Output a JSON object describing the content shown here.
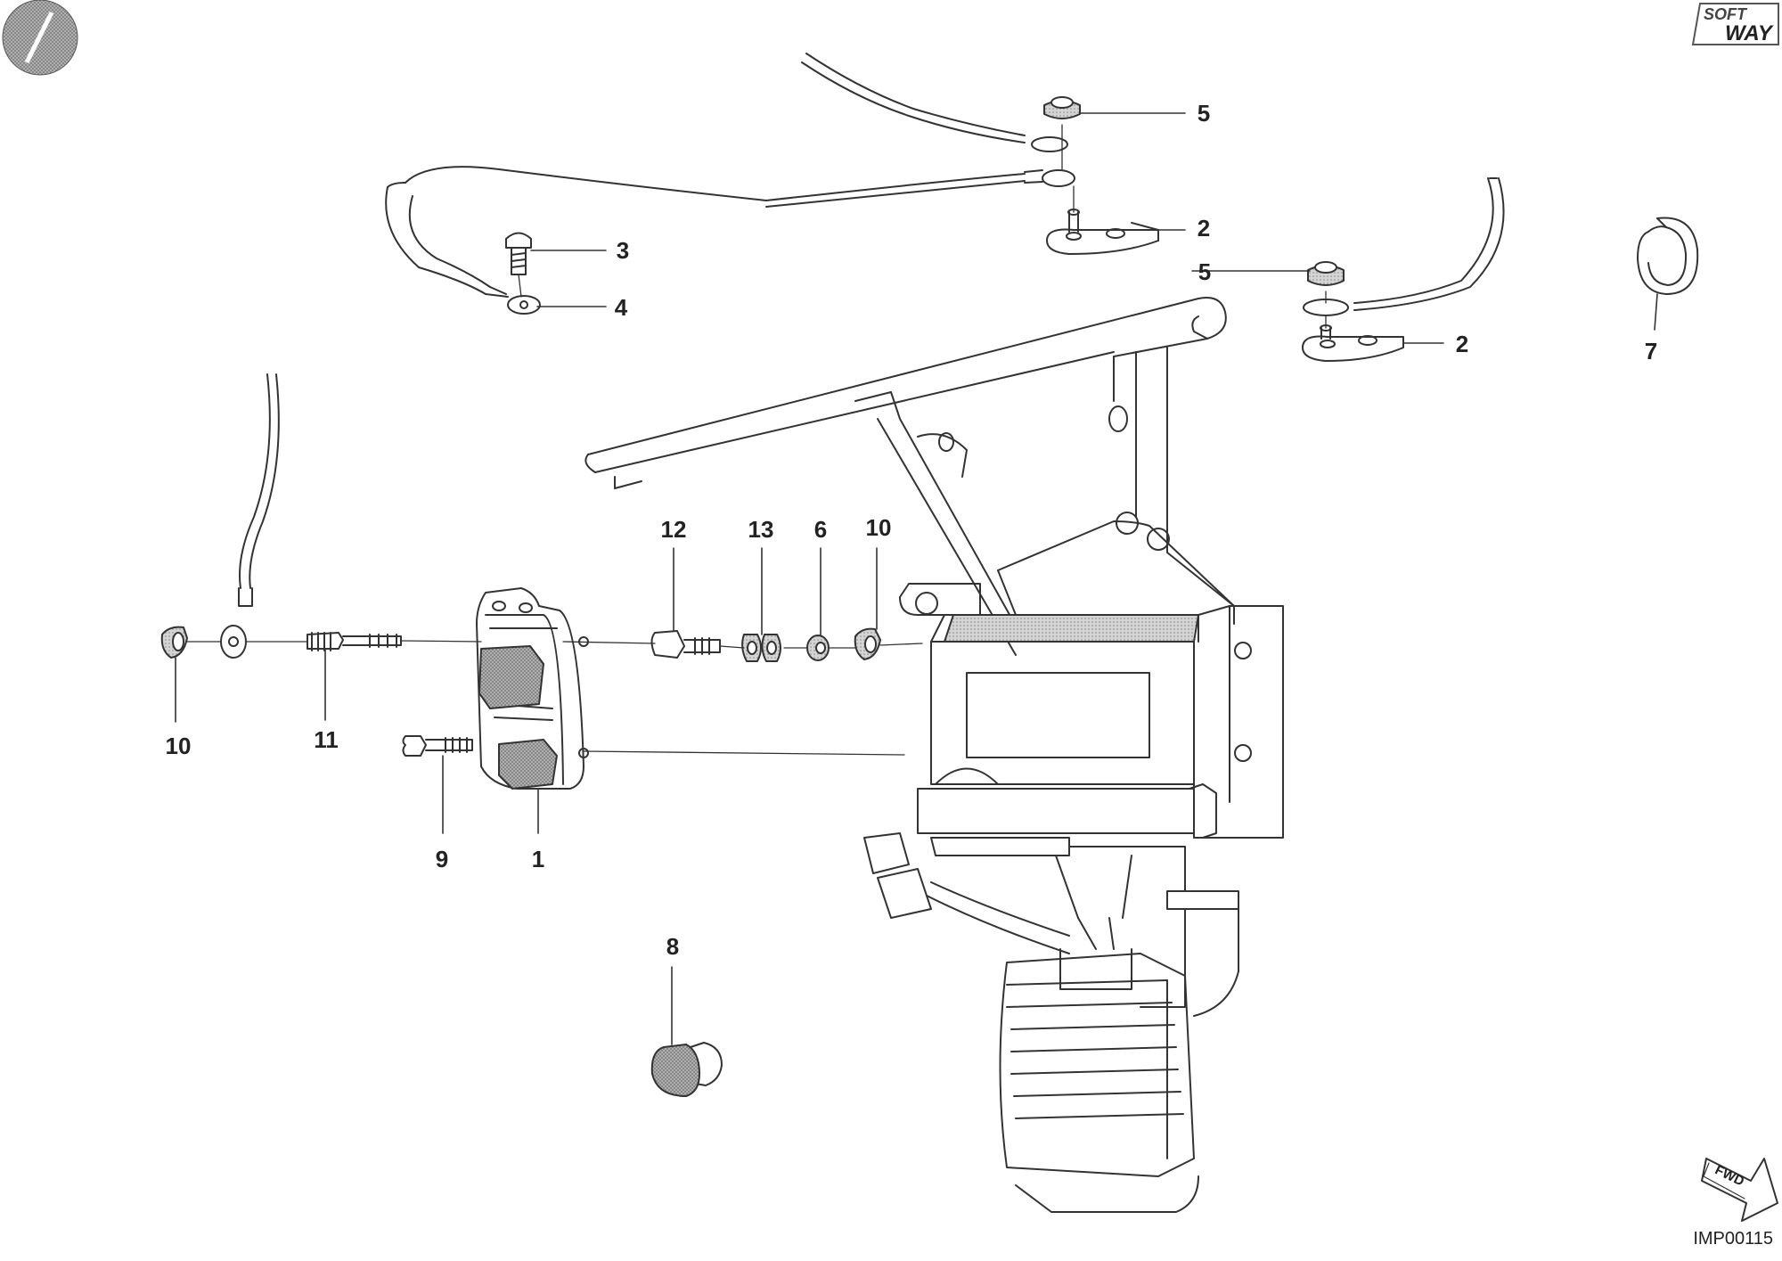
{
  "brand": {
    "logo_top_word": "SOFT",
    "logo_bottom_word": "WAY"
  },
  "diagram_code": "IMP00115",
  "fwd_label": "FWD",
  "callouts": [
    {
      "id": "c5a",
      "label": "5"
    },
    {
      "id": "c2a",
      "label": "2"
    },
    {
      "id": "c3",
      "label": "3"
    },
    {
      "id": "c4",
      "label": "4"
    },
    {
      "id": "c5b",
      "label": "5"
    },
    {
      "id": "c2b",
      "label": "2"
    },
    {
      "id": "c7",
      "label": "7"
    },
    {
      "id": "c12",
      "label": "12"
    },
    {
      "id": "c13",
      "label": "13"
    },
    {
      "id": "c6",
      "label": "6"
    },
    {
      "id": "c10a",
      "label": "10"
    },
    {
      "id": "c10b",
      "label": "10"
    },
    {
      "id": "c11",
      "label": "11"
    },
    {
      "id": "c9",
      "label": "9"
    },
    {
      "id": "c1",
      "label": "1"
    },
    {
      "id": "c8",
      "label": "8"
    }
  ],
  "colors": {
    "line": "#333333",
    "part_fill": "#ffffff",
    "shaded_fill": "#8a8a8a",
    "logo_circle": "#7a7a7a"
  }
}
